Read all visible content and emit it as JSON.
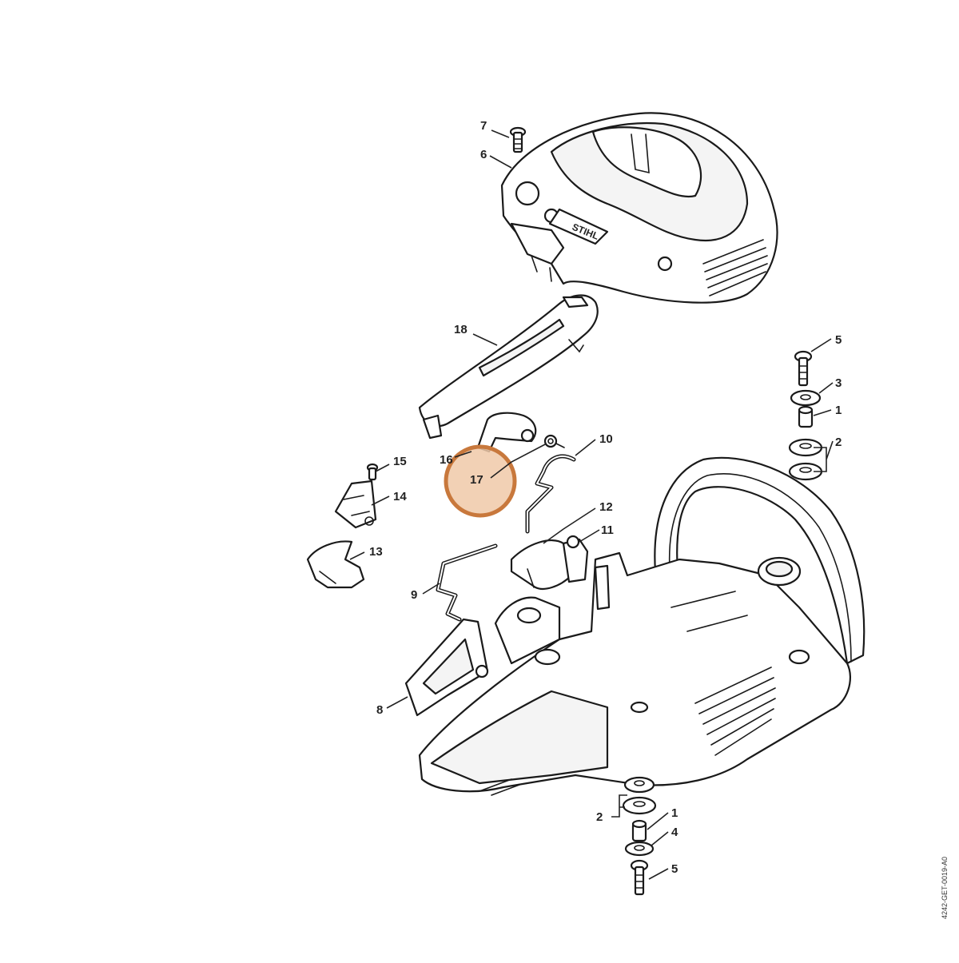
{
  "diagram": {
    "doc_code": "4242-GET-0019-A0",
    "brand_mark": "STIHL",
    "highlight": {
      "label": "17",
      "color": "#c8783c",
      "fill": "#f0c9a8"
    },
    "callouts": [
      "1",
      "2",
      "3",
      "4",
      "5",
      "6",
      "7",
      "8",
      "9",
      "10",
      "11",
      "12",
      "13",
      "14",
      "15",
      "16",
      "17",
      "18"
    ]
  }
}
